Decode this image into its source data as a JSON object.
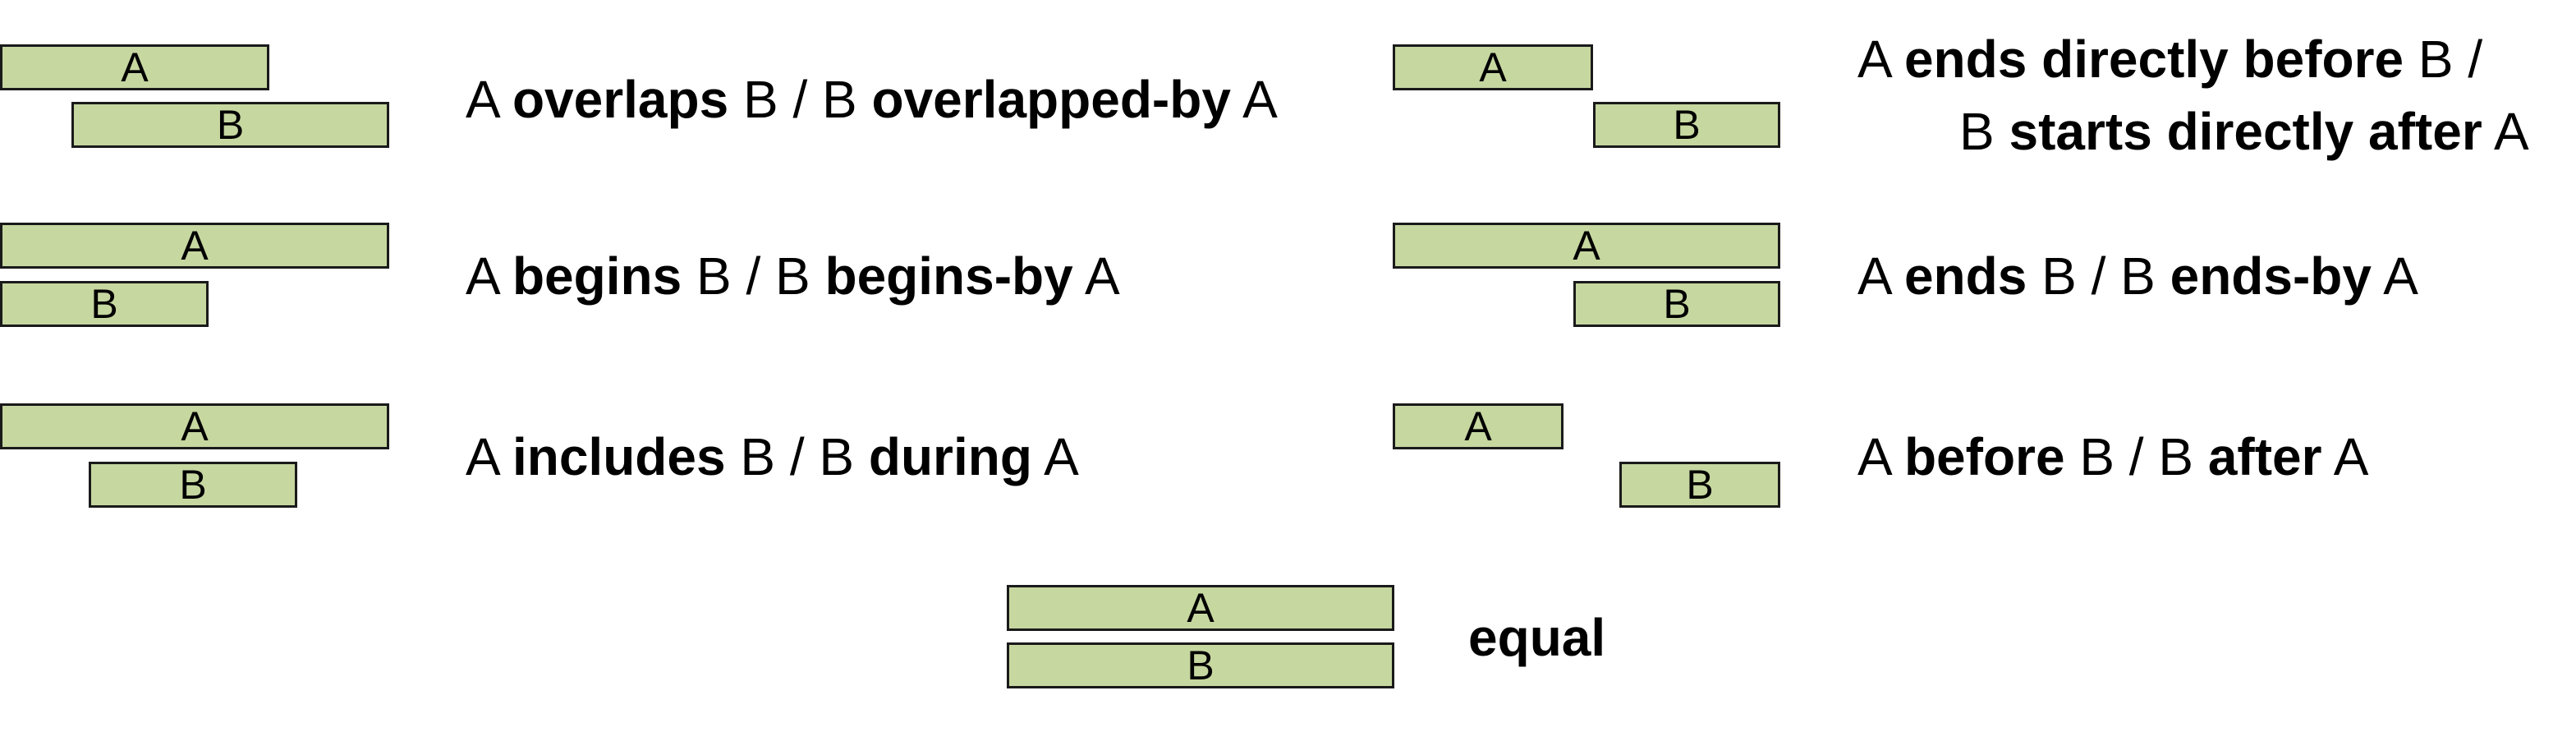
{
  "relations": {
    "overlaps": {
      "bar_a": "A",
      "bar_b": "B",
      "line1": {
        "a": "A",
        "rel": "overlaps",
        "b": "B",
        "sep": "/",
        "b2": "B",
        "rel2": "overlapped-by",
        "a2": "A"
      }
    },
    "begins": {
      "bar_a": "A",
      "bar_b": "B",
      "line1": {
        "a": "A",
        "rel": "begins",
        "b": "B",
        "sep": "/",
        "b2": "B",
        "rel2": "begins-by",
        "a2": "A"
      }
    },
    "includes": {
      "bar_a": "A",
      "bar_b": "B",
      "line1": {
        "a": "A",
        "rel": "includes",
        "b": "B",
        "sep": "/",
        "b2": "B",
        "rel2": "during",
        "a2": "A"
      }
    },
    "meets": {
      "bar_a": "A",
      "bar_b": "B",
      "line1": {
        "a": "A",
        "rel": "ends directly before",
        "b": "B",
        "sep": "/"
      },
      "line2": {
        "b": "B",
        "rel": "starts directly after",
        "a": "A"
      }
    },
    "ends": {
      "bar_a": "A",
      "bar_b": "B",
      "line1": {
        "a": "A",
        "rel": "ends",
        "b": "B",
        "sep": "/",
        "b2": "B",
        "rel2": "ends-by",
        "a2": "A"
      }
    },
    "before": {
      "bar_a": "A",
      "bar_b": "B",
      "line1": {
        "a": "A",
        "rel": "before",
        "b": "B",
        "sep": "/",
        "b2": "B",
        "rel2": "after",
        "a2": "A"
      }
    },
    "equal": {
      "bar_a": "A",
      "bar_b": "B",
      "label": "equal"
    }
  },
  "colors": {
    "bar_fill": "#c6d7a0",
    "bar_border": "#1a1a1a",
    "text": "#000000",
    "background": "#ffffff"
  }
}
